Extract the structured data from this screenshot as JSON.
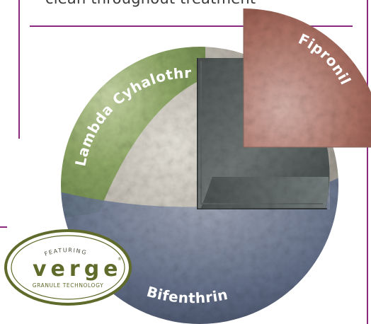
{
  "header": {
    "text": "clean throughout treatment"
  },
  "granule": {
    "segments": [
      {
        "name": "Lambda Cyhalothrin",
        "color": "#7e9b52"
      },
      {
        "name": "Fipronil",
        "color": "#a76a63"
      },
      {
        "name": "Bifenthrin",
        "color": "#566686"
      }
    ]
  },
  "badge": {
    "featuring": "FEATURING",
    "brand": "verge",
    "registered": "®",
    "tagline": "GRANULE TECHNOLOGY",
    "color": "#5f6b2a"
  },
  "colors": {
    "accent_rule": "#8a2b7f"
  }
}
